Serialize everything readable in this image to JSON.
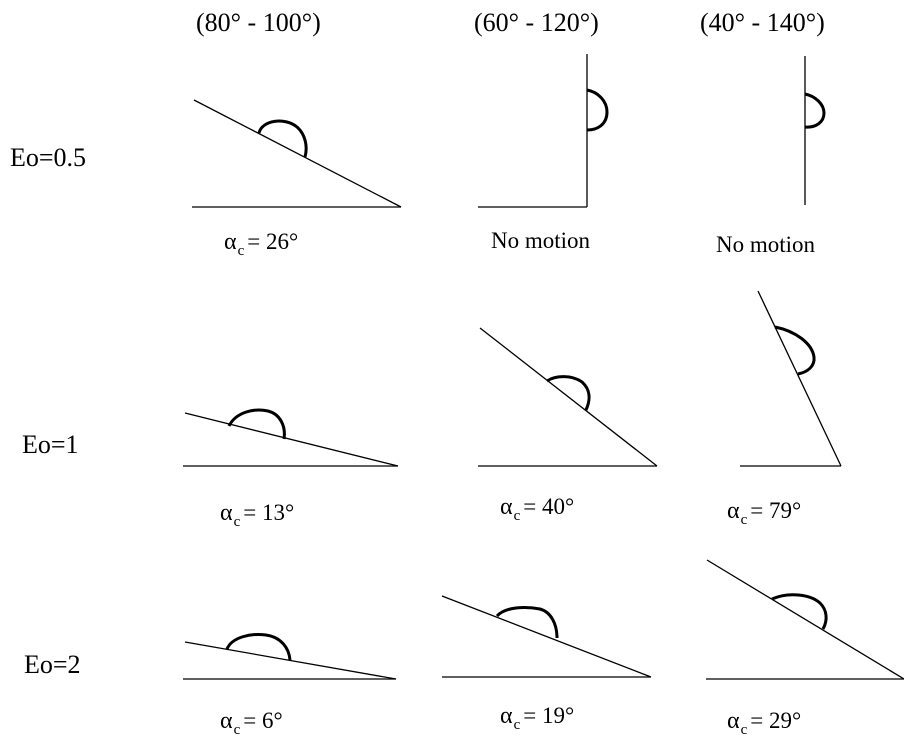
{
  "columns": [
    {
      "label": "(80° - 100°)"
    },
    {
      "label": "(60° - 120°)"
    },
    {
      "label": "(40° - 140°)"
    }
  ],
  "rows": [
    {
      "label": "Eo=0.5",
      "cells": [
        {
          "symbol": "α",
          "subscript": "c",
          "value": "= 26°",
          "note": ""
        },
        {
          "symbol": "",
          "subscript": "",
          "value": "",
          "note": "No motion"
        },
        {
          "symbol": "",
          "subscript": "",
          "value": "",
          "note": "No motion"
        }
      ]
    },
    {
      "label": "Eo=1",
      "cells": [
        {
          "symbol": "α",
          "subscript": "c",
          "value": "= 13°",
          "note": ""
        },
        {
          "symbol": "α",
          "subscript": "c",
          "value": "= 40°",
          "note": ""
        },
        {
          "symbol": "α",
          "subscript": "c",
          "value": "= 79°",
          "note": ""
        }
      ]
    },
    {
      "label": "Eo=2",
      "cells": [
        {
          "symbol": "α",
          "subscript": "c",
          "value": "= 6°",
          "note": ""
        },
        {
          "symbol": "α",
          "subscript": "c",
          "value": "= 19°",
          "note": ""
        },
        {
          "symbol": "α",
          "subscript": "c",
          "value": "= 29°",
          "note": ""
        }
      ]
    }
  ]
}
